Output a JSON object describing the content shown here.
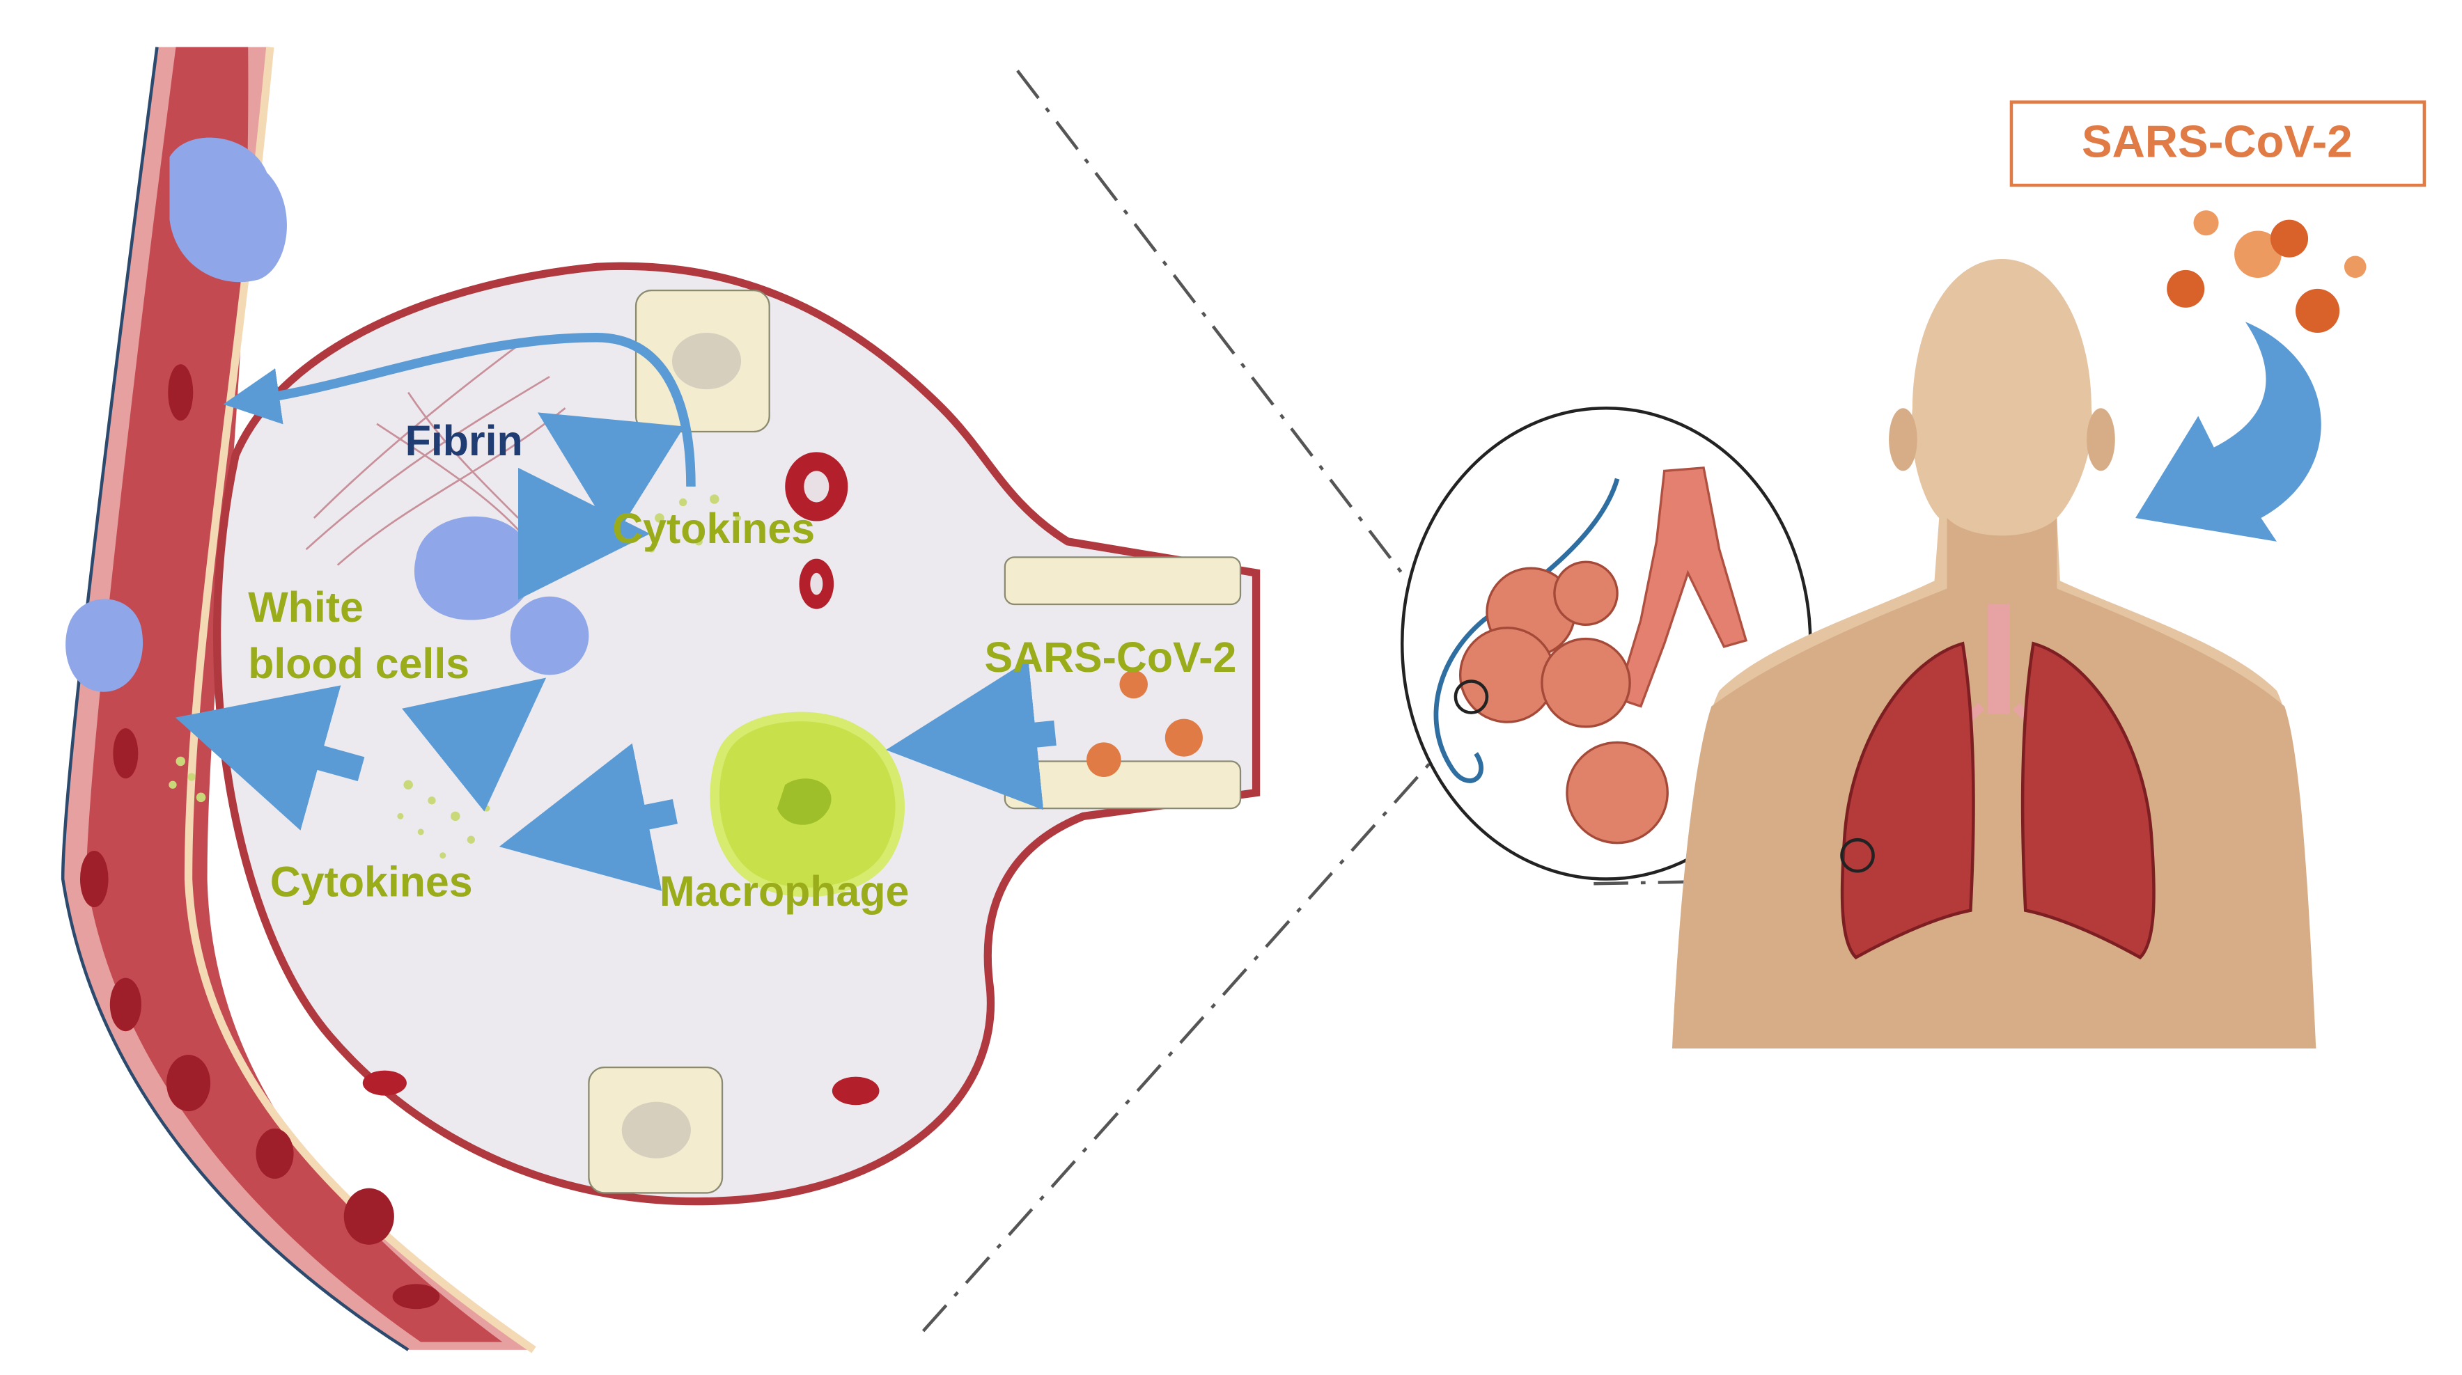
{
  "labels": {
    "fibrin": "Fibrin",
    "cytokines_top": "Cytokines",
    "white_blood_cells_1": "White",
    "white_blood_cells_2": "blood cells",
    "cytokines_bottom": "Cytokines",
    "macrophage": "Macrophage",
    "sars_airway": "SARS-CoV-2",
    "sars_box": "SARS-CoV-2"
  },
  "colors": {
    "label_green": "#9aac1a",
    "fibrin_navy": "#1f3c73",
    "arrow_blue": "#5b9bd5",
    "sars_orange": "#e07b45",
    "vessel_red": "#c44a52",
    "skin": "#dcb48e",
    "lung_red": "#b53b3b"
  },
  "icons": [
    "vessel",
    "alveolus",
    "macrophage-cell",
    "white-blood-cell",
    "red-blood-cell",
    "virus-particle",
    "lung-inset",
    "human-silhouette",
    "lungs"
  ]
}
